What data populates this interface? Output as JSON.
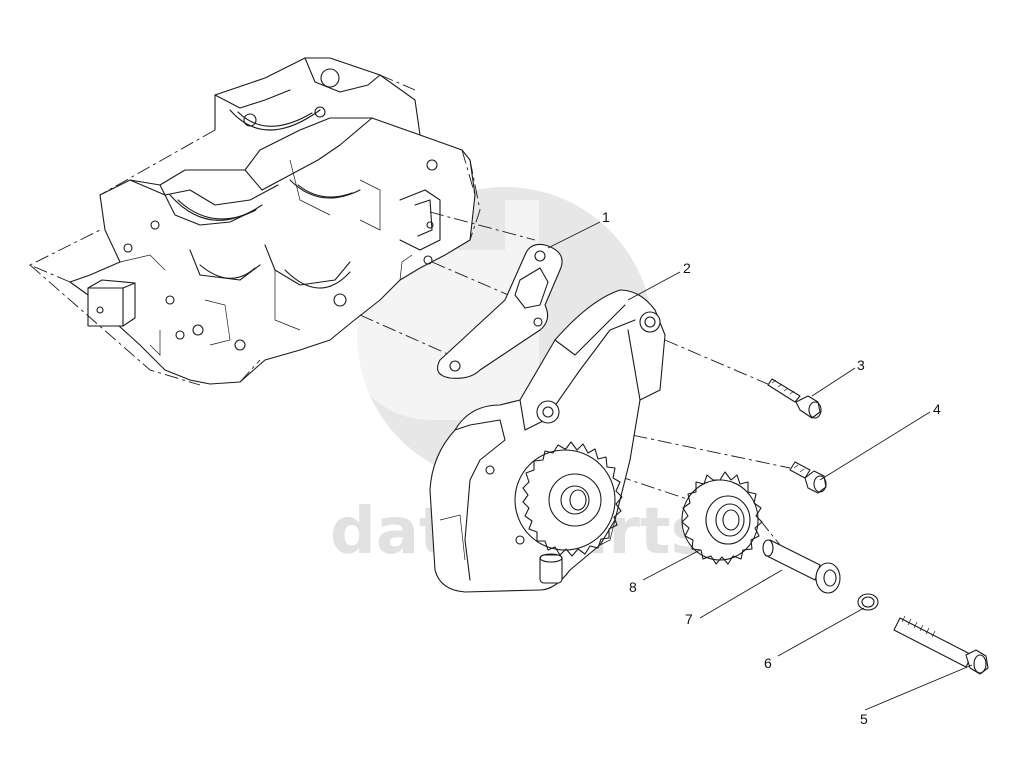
{
  "watermark": {
    "text": "data-parts",
    "color": "#bdbdbd"
  },
  "callouts": [
    {
      "number": "1",
      "part": "gasket"
    },
    {
      "number": "2",
      "part": "oil-pump-housing"
    },
    {
      "number": "3",
      "part": "bolt"
    },
    {
      "number": "4",
      "part": "bolt"
    },
    {
      "number": "5",
      "part": "long-bolt"
    },
    {
      "number": "6",
      "part": "o-ring"
    },
    {
      "number": "7",
      "part": "shaft-pin"
    },
    {
      "number": "8",
      "part": "idler-gear"
    }
  ],
  "colors": {
    "line": "#1a1a1a",
    "background": "#ffffff"
  }
}
